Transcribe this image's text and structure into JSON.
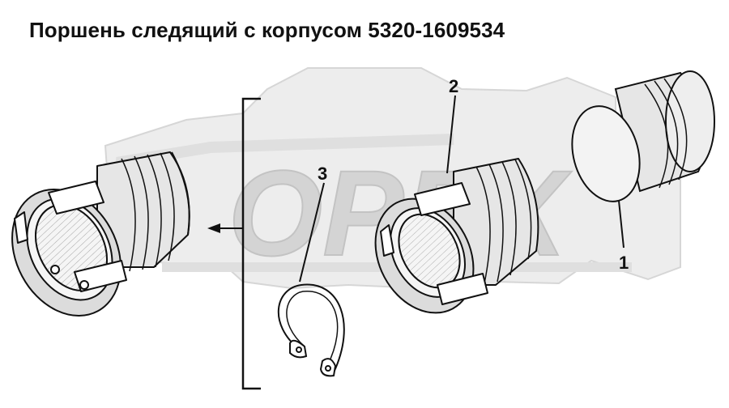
{
  "title": "Поршень следящий с корпусом 5320-1609534",
  "watermark": {
    "text": "OPEX",
    "color": "#d6d6d6"
  },
  "callouts": [
    {
      "number": "1",
      "part": "piston"
    },
    {
      "number": "2",
      "part": "housing"
    },
    {
      "number": "3",
      "part": "retaining-ring"
    }
  ],
  "colors": {
    "line": "#111111",
    "part_fill": "#e6e6e6",
    "background": "#ffffff"
  }
}
